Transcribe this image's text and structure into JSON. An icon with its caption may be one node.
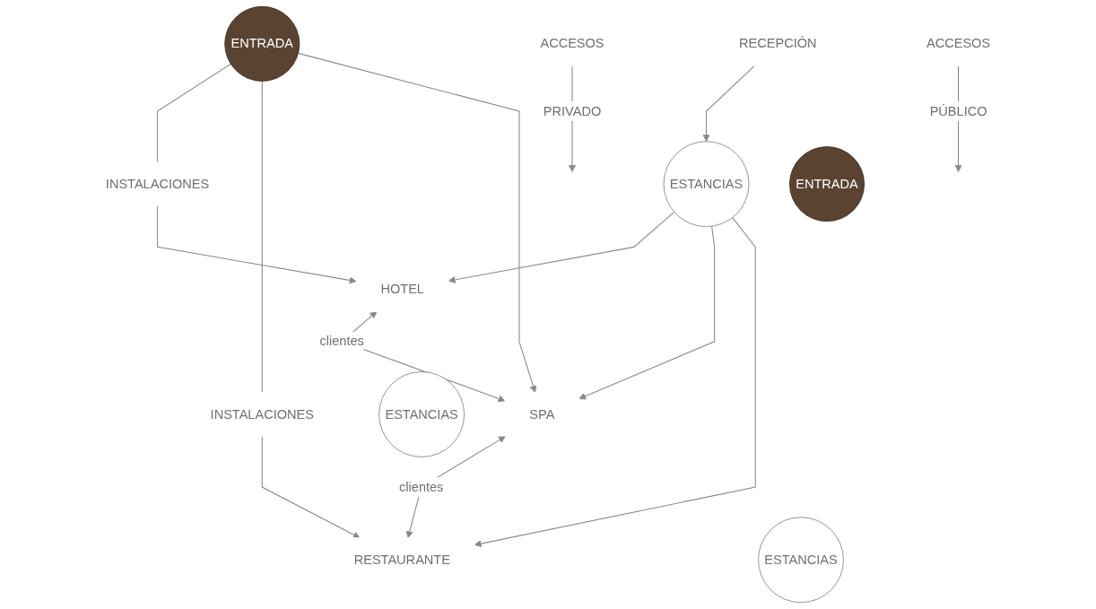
{
  "diagram": {
    "nodes": [
      {
        "text": [
          "ENTRADA"
        ]
      },
      {
        "text": [
          "ACCESOS"
        ]
      },
      {
        "text": [
          "INSTALACIONES"
        ]
      },
      {
        "text": [
          "INSTALACIONES"
        ]
      },
      {
        "text": [
          "HOTEL"
        ]
      },
      {
        "text": [
          "SPA"
        ]
      },
      {
        "text": [
          "RESTAURANTE"
        ]
      },
      {
        "text": [
          "ESTANCIAS"
        ]
      },
      {
        "text": [
          "ESTANCIAS"
        ]
      },
      {
        "text": [
          "ESTANCIAS"
        ]
      },
      {
        "text": [
          "RECEPCIÓN"
        ]
      },
      {
        "text": [
          "ACCESOS"
        ]
      },
      {
        "text": [
          "ENTRADA"
        ]
      }
    ],
    "edges": [
      {
        "from": 1,
        "to": null,
        "arrow": "to",
        "label": "PRIVADO"
      },
      {
        "from": 0,
        "to": 2,
        "arrow": "none"
      },
      {
        "from": 0,
        "to": 3,
        "arrow": "none"
      },
      {
        "from": 0,
        "to": 5,
        "arrow": "to"
      },
      {
        "from": 2,
        "to": 4,
        "arrow": "to"
      },
      {
        "from": 3,
        "to": 6,
        "arrow": "to"
      },
      {
        "from": 4,
        "to": 5,
        "arrow": "both",
        "label": "clientes"
      },
      {
        "from": 5,
        "to": 6,
        "arrow": "both",
        "label": "clientes"
      },
      {
        "from": 9,
        "to": 4,
        "arrow": "to"
      },
      {
        "from": 9,
        "to": 5,
        "arrow": "to"
      },
      {
        "from": 9,
        "to": 6,
        "arrow": "to"
      },
      {
        "from": 10,
        "to": 9,
        "arrow": "to"
      },
      {
        "from": 11,
        "to": null,
        "arrow": "to",
        "label": "PÚBLICO"
      }
    ]
  }
}
